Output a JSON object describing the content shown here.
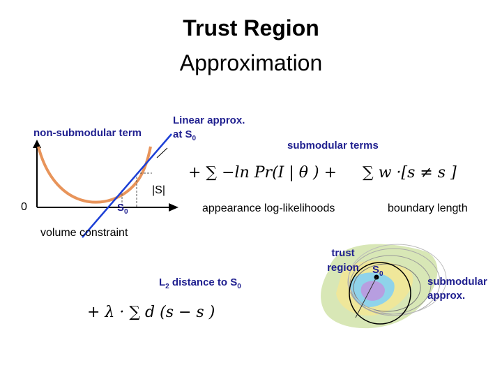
{
  "title": {
    "line1": "Trust Region",
    "line2": "Approximation"
  },
  "labels": {
    "non_submodular_term": "non-submodular term",
    "linear_approx_line1": "Linear approx.",
    "linear_approx_line2": "at S",
    "linear_approx_sub": "0",
    "submodular_terms": "submodular terms",
    "abs_s": "|S|",
    "origin": "0",
    "s0": "S",
    "s0_sub": "0",
    "appearance": "appearance log-likelihoods",
    "boundary": "boundary length",
    "volume": "volume constraint",
    "trust_region_line1": "trust",
    "trust_region_line2": "region",
    "l2_prefix": "L",
    "l2_sub": "2",
    "l2_suffix": " distance to S",
    "l2_sub0": "0",
    "map_s0": "S",
    "map_s0_sub": "0",
    "submodular_approx_line1": "submodular",
    "submodular_approx_line2": "approx."
  },
  "formulas": {
    "appearance_term": "+ ∑ −ln Pr(I | θ ) +",
    "boundary_term": "∑ w ·[s ≠ s ]",
    "volume_term": "+ λ · ∑ d (s − s )"
  },
  "colors": {
    "title": "#000000",
    "navy_text": "#1f1f8f",
    "curve_orange": "#e8945a",
    "tangent_blue": "#1c3fd6",
    "map_green": "#d8e7b6",
    "map_yellow": "#efe79a",
    "map_cyan": "#8fd3ea",
    "map_purple": "#b79ee0"
  }
}
